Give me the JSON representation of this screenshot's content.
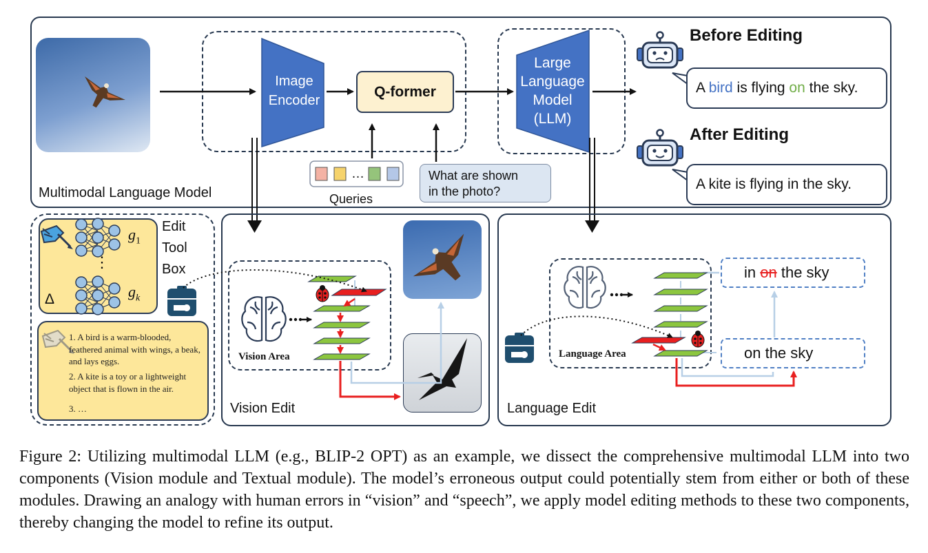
{
  "top": {
    "panel_label": "Multimodal Language Model",
    "image_encoder": "Image\nEncoder",
    "qformer": "Q-former",
    "llm": "Large\nLanguage\nModel\n(LLM)",
    "queries_label": "Queries",
    "queries_ellipsis": "…",
    "question": "What are shown\nin the photo?",
    "before_title": "Before Editing",
    "after_title": "After Editing",
    "before_sentence": {
      "w1": "A ",
      "bird": "bird",
      "w2": " is flying ",
      "on": "on",
      "w3": " the sky."
    },
    "after_sentence": "A kite is flying in the sky."
  },
  "toolbox": {
    "title_lines": [
      "Edit",
      "Tool",
      "Box"
    ],
    "g1": "g",
    "g1_sub": "1",
    "gk": "g",
    "gk_sub": "k",
    "delta": "Δ",
    "dots": "⋮",
    "notes": [
      "1. A bird is a warm-blooded, feathered animal with wings, a beak, and lays eggs.",
      "2. A kite is a toy or a lightweight object that is flown in the air.",
      "3. …"
    ]
  },
  "vision_edit": {
    "label": "Vision Edit",
    "area": "Vision Area"
  },
  "language_edit": {
    "label": "Language Edit",
    "area": "Language Area",
    "box_top_pre": "in ",
    "box_top_strike": "on",
    "box_top_post": " the sky",
    "box_bottom": "on the sky"
  },
  "caption": "Figure 2: Utilizing multimodal LLM (e.g., BLIP-2 OPT) as an example, we dissect the comprehensive multimodal LLM into two components (Vision module and Textual module). The model’s erroneous output could potentially stem from either or both of these modules. Drawing an analogy with human errors in “vision” and “speech”, we apply model editing methods to these two components, thereby changing the model to refine its output.",
  "colors": {
    "encoder_blue": "#4472c4",
    "qformer_fill": "#fdf1d0",
    "toolbox_yellow": "#fde79a",
    "layer_green": "#8cc63f",
    "layer_red": "#e81f1f",
    "bird_word": "#4472c4",
    "on_word": "#70ad47"
  },
  "icons": [
    "robot-icon",
    "brain-icon",
    "ladybug-icon",
    "toolkit-icon",
    "hand-icon",
    "bird-photo",
    "kite-photo"
  ]
}
